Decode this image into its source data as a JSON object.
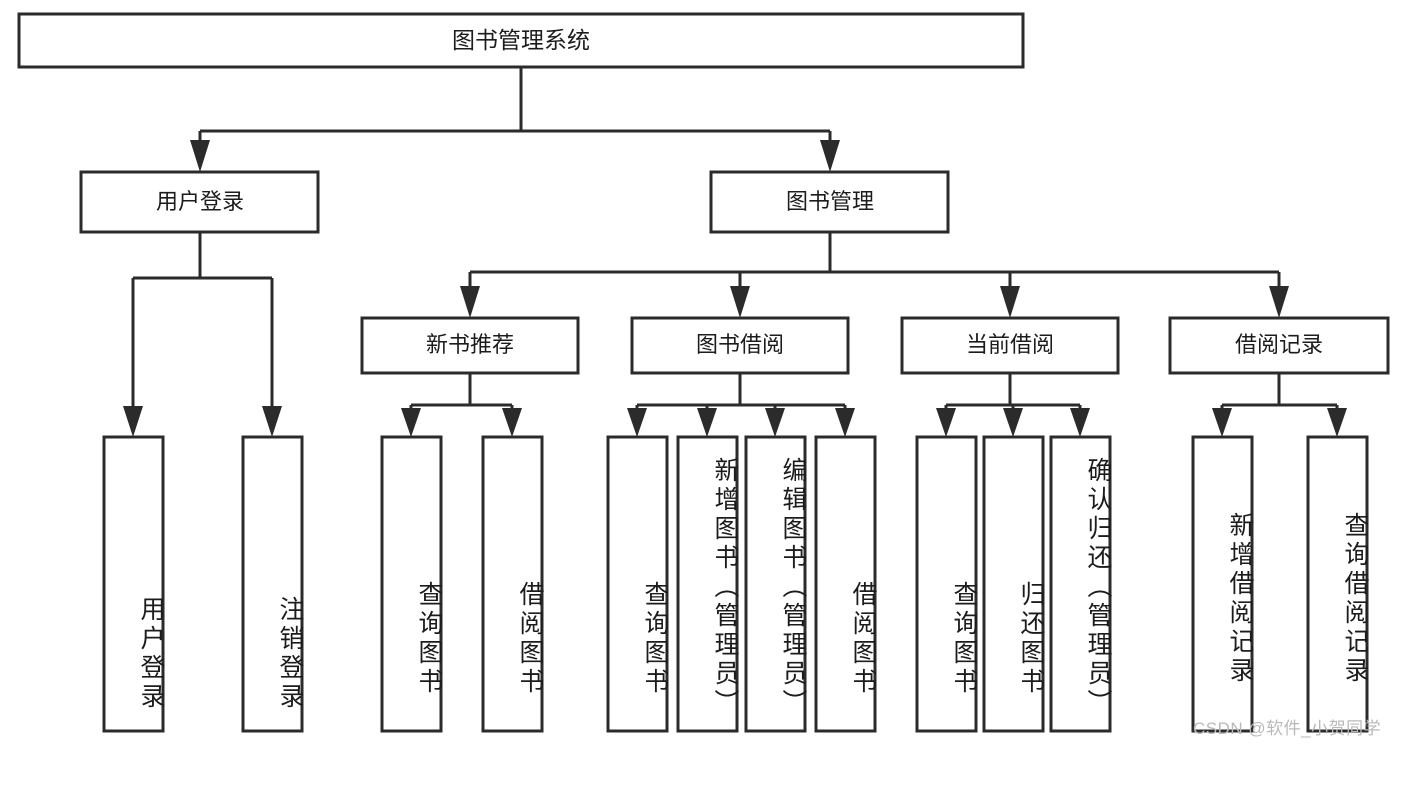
{
  "diagram": {
    "title": "图书管理系统",
    "type": "tree-hierarchy-chart",
    "colors": {
      "box_stroke": "#2b2b2b",
      "box_fill": "#ffffff",
      "text": "#1c1c1c",
      "background": "#ffffff",
      "watermark": "#b9b9b9"
    },
    "root": {
      "label": "图书管理系统"
    },
    "level2": [
      {
        "label": "用户登录"
      },
      {
        "label": "图书管理"
      }
    ],
    "level3": [
      {
        "label": "新书推荐"
      },
      {
        "label": "图书借阅"
      },
      {
        "label": "当前借阅"
      },
      {
        "label": "借阅记录"
      }
    ],
    "leaves": {
      "user_login": [
        {
          "label": "用户登录"
        },
        {
          "label": "注销登录"
        }
      ],
      "new_book_recommend": [
        {
          "label": "查询图书"
        },
        {
          "label": "借阅图书"
        }
      ],
      "book_borrow": [
        {
          "label": "查询图书"
        },
        {
          "label": "新增图书（管理员）"
        },
        {
          "label": "编辑图书（管理员）"
        },
        {
          "label": "借阅图书"
        }
      ],
      "current_borrow": [
        {
          "label": "查询图书"
        },
        {
          "label": "归还图书"
        },
        {
          "label": "确认归还（管理员）"
        }
      ],
      "borrow_record": [
        {
          "label": "新增借阅记录"
        },
        {
          "label": "查询借阅记录"
        }
      ]
    }
  },
  "watermark": {
    "text": "CSDN @软件_小贺同学"
  }
}
